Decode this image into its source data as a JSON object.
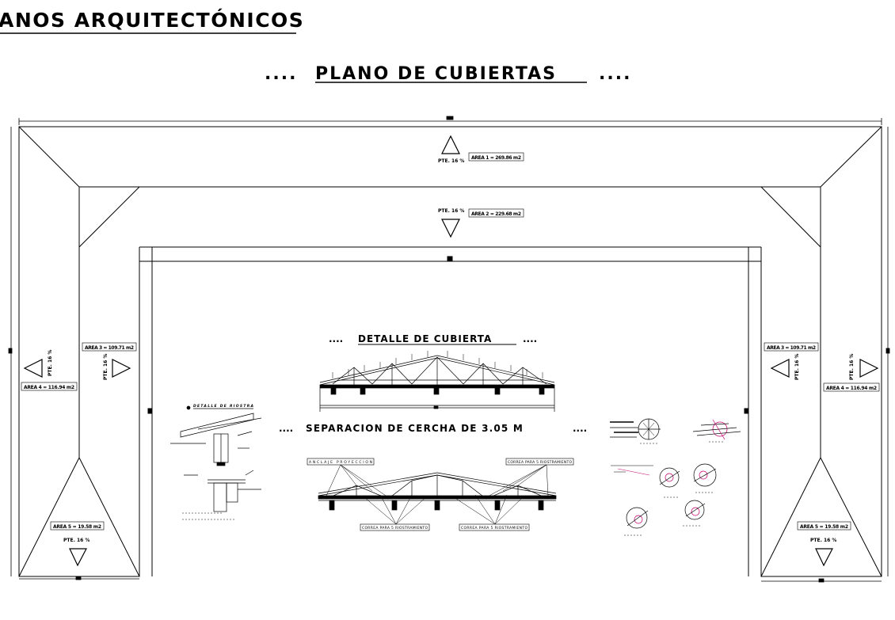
{
  "header": {
    "sheet_title": "ANOS ARQUITECTÓNICOS",
    "plan_title": "PLANO DE CUBIERTAS",
    "title_dots": "...."
  },
  "roof_areas": [
    {
      "id": "area-1",
      "area_label": "AREA 1 = 269.86 m2",
      "slope_label": "PTE. 16 %"
    },
    {
      "id": "area-2",
      "area_label": "AREA 2 = 229.68 m2",
      "slope_label": "PTE. 16 %"
    },
    {
      "id": "area-left-outer",
      "area_label": "AREA 4 = 116.94 m2",
      "slope_label": "PTE. 16 %"
    },
    {
      "id": "area-left-inner",
      "area_label": "AREA 3 = 109.71 m2",
      "slope_label": "PTE. 16 %"
    },
    {
      "id": "area-right-inner",
      "area_label": "AREA 3 = 109.71 m2",
      "slope_label": "PTE. 16 %"
    },
    {
      "id": "area-right-outer",
      "area_label": "AREA 4 = 116.94 m2",
      "slope_label": "PTE. 16 %"
    },
    {
      "id": "area-5-left",
      "area_label": "AREA 5 = 19.58 m2",
      "slope_label": "PTE. 16 %"
    },
    {
      "id": "area-5-right",
      "area_label": "AREA 5 = 19.58 m2",
      "slope_label": "PTE. 16 %"
    }
  ],
  "details": {
    "roof_detail_title": "DETALLE DE CUBIERTA",
    "truss_spacing_title": "SEPARACION DE CERCHA DE 3.05 M",
    "ridge_detail_title": "DETALLE DE RIOSTRA",
    "truss_callouts": [
      "ANCLAJE PROYECCION",
      "CORREA PARA 5 RIOSTRAMIENTO",
      "CORREA PARA 5 RIOSTRAMIENTO",
      "CORREA PARA 5 RIOSTRAMIENTO"
    ]
  },
  "colors": {
    "linework": "#000000",
    "accent": "#c0006e",
    "background": "#ffffff"
  }
}
